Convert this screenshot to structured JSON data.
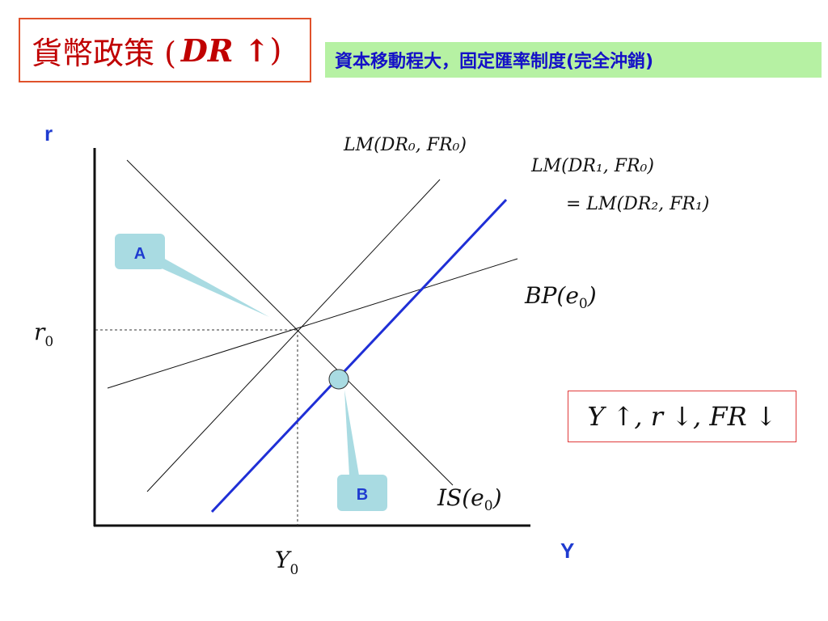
{
  "title": {
    "text": "貨幣政策 (",
    "math": "DR ↑",
    "close": ")"
  },
  "subtitle": "資本移動程大，固定匯率制度(完全沖銷)",
  "axes": {
    "y_label": "r",
    "x_label": "Y",
    "r0_label": "r",
    "r0_sub": "0",
    "y0_label": "Y",
    "y0_sub": "0"
  },
  "curves": {
    "lm0": "LM(DR₀, FR₀)",
    "lm1_line1": "LM(DR₁, FR₀)",
    "lm1_line2": "= LM(DR₂, FR₁)",
    "bp": "BP(e",
    "bp_sub": "0",
    "bp_close": ")",
    "is": "IS(e",
    "is_sub": "0",
    "is_close": ")"
  },
  "callouts": {
    "a": "A",
    "b": "B"
  },
  "result": "Y ↑, r ↓, FR ↓",
  "colors": {
    "title_border": "#e0512b",
    "title_text": "#c00000",
    "subtitle_bg": "#b6f1a3",
    "subtitle_text": "#1410c8",
    "axis_label": "#1f3bd0",
    "lm_shift_line": "#1f2fd6",
    "callout_fill": "#a9dbe2",
    "result_border": "#e03a3a"
  },
  "icons": {
    "equilibrium_marker": "circle-marker-icon"
  }
}
